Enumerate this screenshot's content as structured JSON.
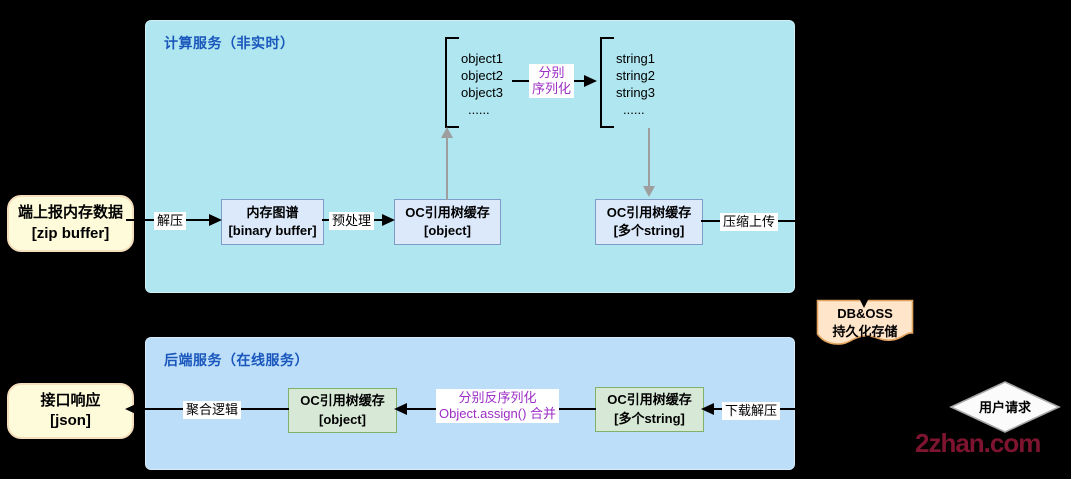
{
  "top_service": {
    "title": "计算服务（非实时）",
    "object_list": {
      "items": [
        "object1",
        "object2",
        "object3",
        "......"
      ]
    },
    "string_list": {
      "items": [
        "string1",
        "string2",
        "string3",
        "......"
      ]
    },
    "serialize_label": {
      "line1": "分别",
      "line2": "序列化"
    },
    "nodes": {
      "memory_map": {
        "line1": "内存图谱",
        "line2": "[binary buffer]"
      },
      "oc_tree_object": {
        "line1": "OC引用树缓存",
        "line2": "[object]"
      },
      "oc_tree_strings": {
        "line1": "OC引用树缓存",
        "line2": "[多个string]"
      }
    },
    "edges": {
      "decompress": "解压",
      "preprocess": "预处理",
      "compress_upload": "压缩上传"
    }
  },
  "bottom_service": {
    "title": "后端服务（在线服务）",
    "nodes": {
      "oc_tree_object": {
        "line1": "OC引用树缓存",
        "line2": "[object]"
      },
      "oc_tree_strings": {
        "line1": "OC引用树缓存",
        "line2": "[多个string]"
      }
    },
    "deserialize_label": {
      "line1": "分别反序列化",
      "line2": "Object.assign() 合并"
    },
    "edges": {
      "aggregate": "聚合逻辑",
      "download_decompress": "下载解压"
    }
  },
  "external": {
    "input_node": {
      "line1": "端上报内存数据",
      "line2": "[zip buffer]"
    },
    "output_node": {
      "line1": "接口响应",
      "line2": "[json]"
    },
    "storage_node": {
      "line1": "DB&OSS",
      "line2": "持久化存储"
    },
    "user_request_node": {
      "label": "用户请求"
    }
  },
  "watermark": "2zhan.com",
  "colors": {
    "background": "#000000",
    "top_container_fill": "#AFE6EF",
    "bottom_container_fill": "#BCDEF9",
    "blue_node_fill": "#DBE9FB",
    "blue_node_stroke": "#7E9CC9",
    "green_node_fill": "#D7E9D6",
    "green_node_stroke": "#7FB169",
    "yellow_node_fill": "#FEFBDA",
    "yellow_node_stroke": "#F5DEBB",
    "storage_fill": "#FFE5C9",
    "storage_stroke": "#E2A45F",
    "diamond_fill": "#FBFBFB",
    "diamond_stroke": "#A6A6A6",
    "title_text": "#1A57BC",
    "purple_text": "#9C2EC6",
    "watermark_text": "#7E142F",
    "gray_arrow": "#9E9E9E"
  }
}
